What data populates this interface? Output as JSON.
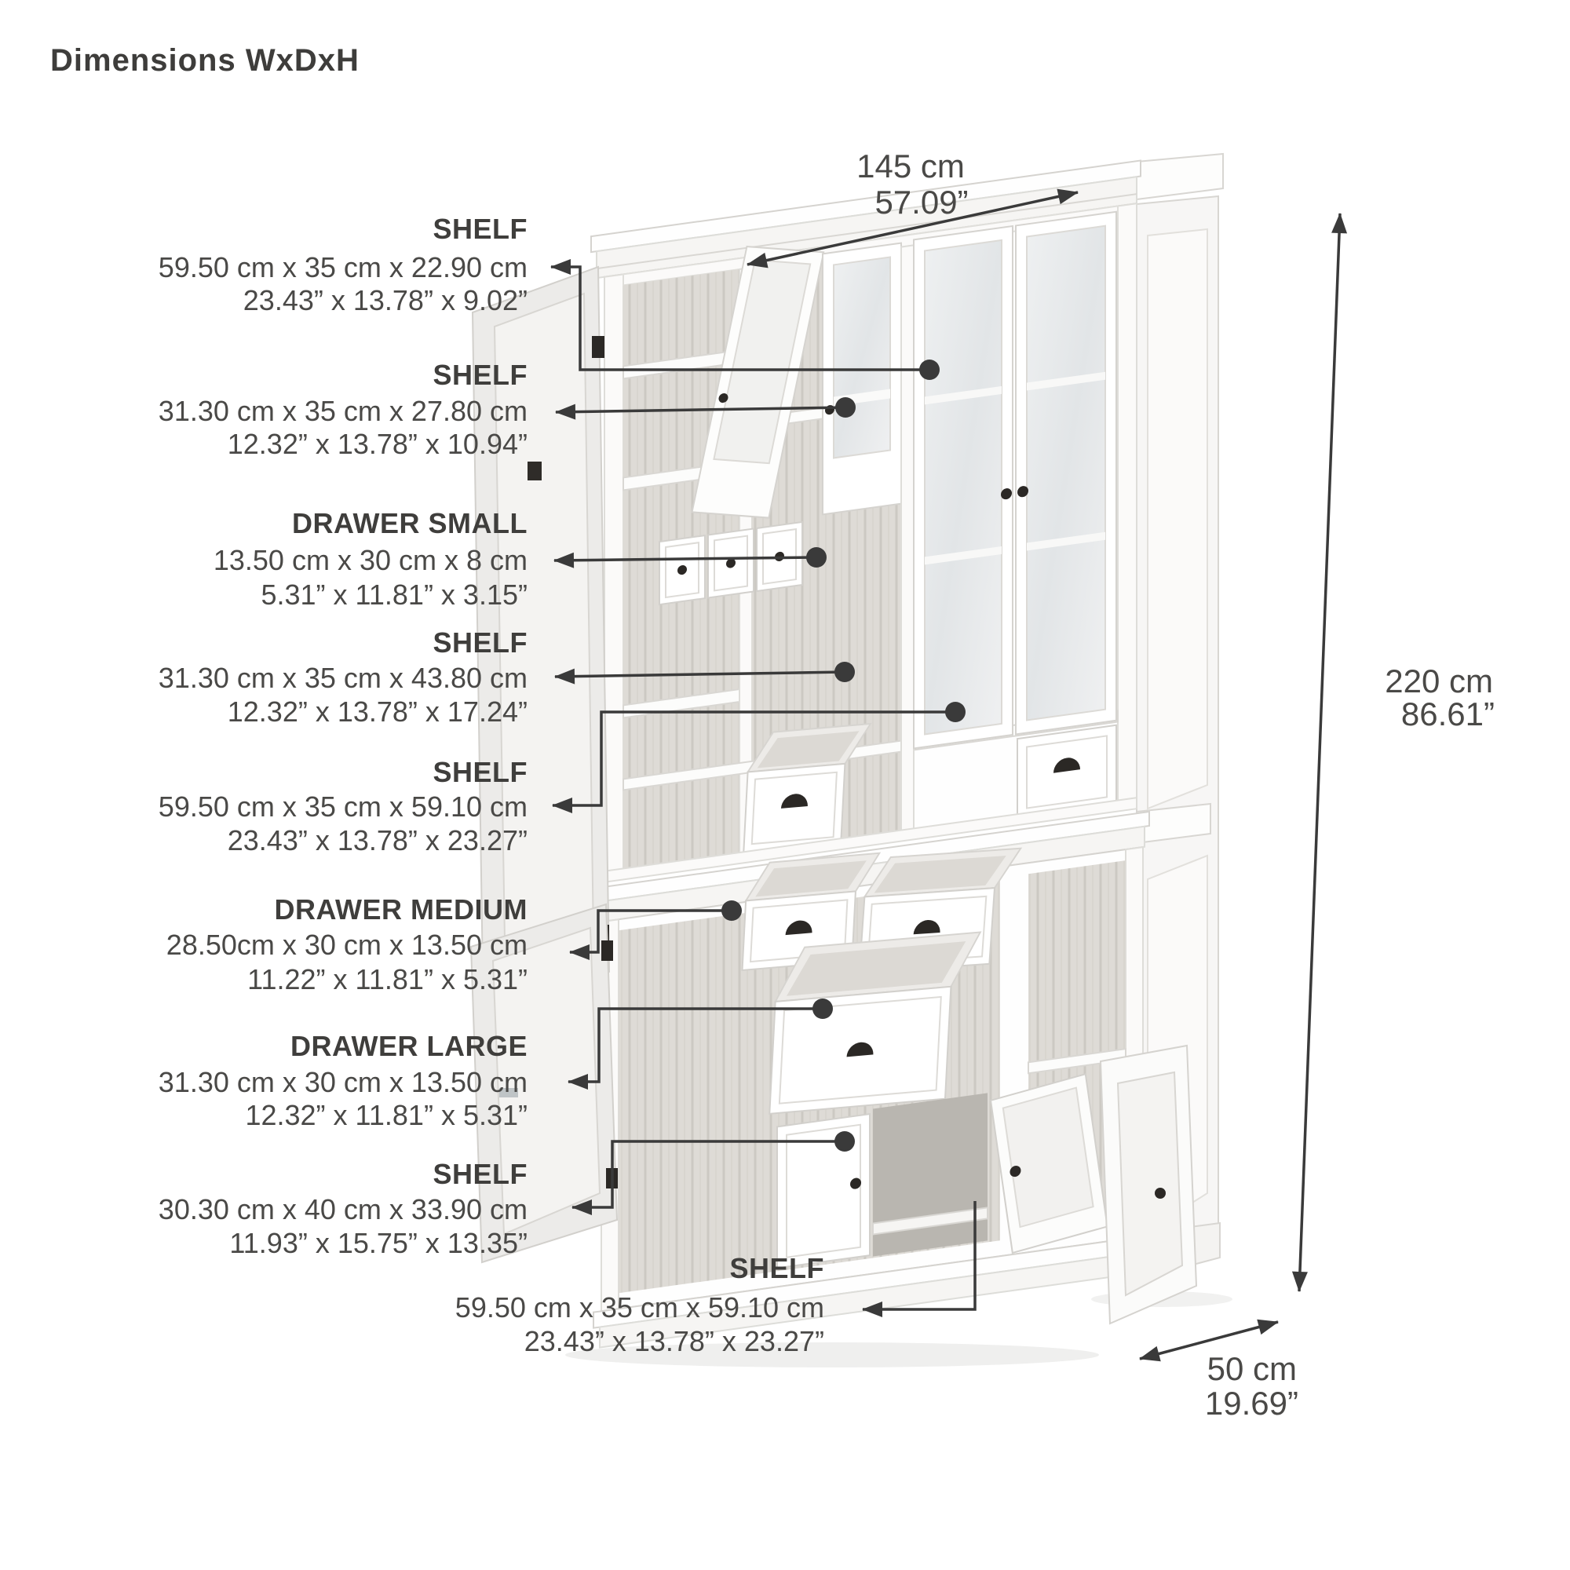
{
  "title": "Dimensions WxDxH",
  "callouts": [
    {
      "name": "SHELF",
      "metric": "59.50 cm x 35 cm x 22.90 cm",
      "imperial": "23.43” x 13.78” x 9.02”"
    },
    {
      "name": "SHELF",
      "metric": "31.30 cm x 35 cm x 27.80 cm",
      "imperial": "12.32” x 13.78” x 10.94”"
    },
    {
      "name": "DRAWER SMALL",
      "metric": "13.50 cm x 30 cm x 8 cm",
      "imperial": "5.31” x 11.81” x 3.15”"
    },
    {
      "name": "SHELF",
      "metric": "31.30 cm x 35 cm x 43.80 cm",
      "imperial": "12.32” x 13.78” x 17.24”"
    },
    {
      "name": "SHELF",
      "metric": "59.50 cm x 35 cm x 59.10 cm",
      "imperial": "23.43” x 13.78” x 23.27”"
    },
    {
      "name": "DRAWER MEDIUM",
      "metric": "28.50cm x 30 cm x 13.50 cm",
      "imperial": "11.22” x 11.81” x 5.31”"
    },
    {
      "name": "DRAWER LARGE",
      "metric": "31.30 cm x 30 cm x 13.50 cm",
      "imperial": "12.32” x 11.81” x 5.31”"
    },
    {
      "name": "SHELF",
      "metric": "30.30 cm x 40 cm x 33.90 cm",
      "imperial": "11.93” x 15.75” x 13.35”"
    },
    {
      "name": "SHELF",
      "metric": "59.50 cm x 35 cm x 59.10 cm",
      "imperial": "23.43” x 13.78” x 23.27”"
    }
  ],
  "overall": {
    "width_cm": "145 cm",
    "width_in": "57.09”",
    "height_cm": "220 cm",
    "height_in": "86.61”",
    "depth_cm": "50 cm",
    "depth_in": "19.69”"
  },
  "colors": {
    "line": "#3a3a3a",
    "text": "#3f3e3c",
    "cabinet_white": "#fefefe",
    "interior_gray": "#dedbd6",
    "glass": "#e9ebec",
    "hardware_dark": "#2b2825"
  }
}
